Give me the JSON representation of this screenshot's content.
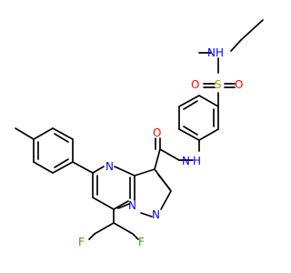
{
  "molecule": {
    "colors": {
      "bond": "#000000",
      "nitrogen": "#0000ff",
      "oxygen": "#ff0000",
      "sulfur": "#b2a100",
      "fluorine": "#38a700"
    },
    "atoms": {
      "sulfonamide_nh": "NH",
      "sulfonamide_nh_h": "H",
      "sulfonamide_n": "N",
      "sulfonyl_s": "S",
      "sulfonyl_o_top": "O",
      "sulfonyl_o_bottom": "O",
      "amide_o": "O",
      "amide_n": "N",
      "amide_h": "H",
      "pyrimidine_n": "N",
      "bridge_n": "N",
      "pyrazole_n": "N",
      "fluorine_left": "F",
      "fluorine_right": "F"
    }
  }
}
